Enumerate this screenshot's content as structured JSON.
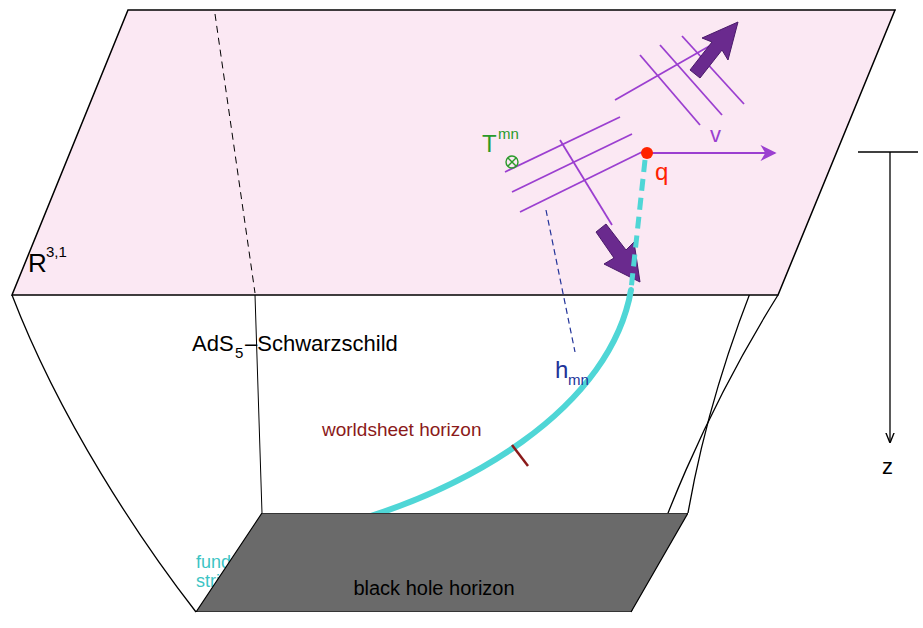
{
  "diagram": {
    "nodes": [
      {
        "text": [
          "black hole horizon"
        ]
      }
    ],
    "labels": [
      "R",
      "3,1",
      "T",
      "mn",
      "q",
      "v",
      "AdS",
      "5",
      "–Schwarzschild",
      "h",
      "mn",
      "worldsheet horizon",
      "fundamental string",
      "z"
    ]
  }
}
